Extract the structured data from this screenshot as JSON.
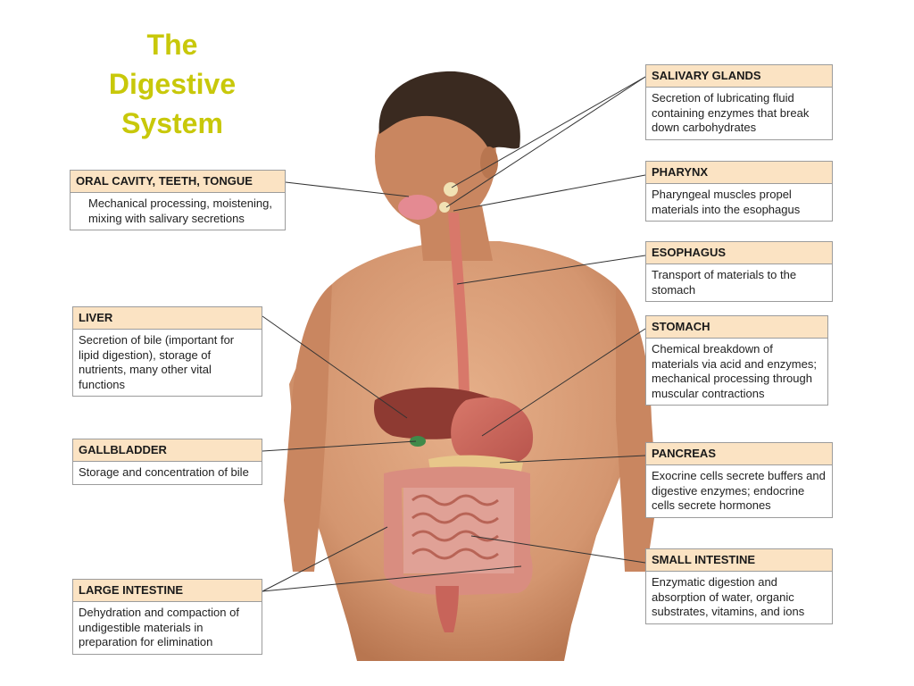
{
  "title": {
    "line1": "The",
    "line2": "Digestive",
    "line3": "System"
  },
  "labels": {
    "salivary": {
      "heading": "SALIVARY GLANDS",
      "text": "Secretion of lubricating fluid containing enzymes that break down carbohydrates"
    },
    "pharynx": {
      "heading": "PHARYNX",
      "text": "Pharyngeal muscles propel materials into the esophagus"
    },
    "esophagus": {
      "heading": "ESOPHAGUS",
      "text": "Transport of materials to the stomach"
    },
    "stomach": {
      "heading": "STOMACH",
      "text": "Chemical breakdown of materials via acid and enzymes; mechanical processing through muscular contractions"
    },
    "pancreas": {
      "heading": "PANCREAS",
      "text": "Exocrine cells secrete buffers and digestive enzymes; endocrine cells secrete hormones"
    },
    "small_intestine": {
      "heading": "SMALL INTESTINE",
      "text": "Enzymatic digestion and absorption of water, organic substrates, vitamins, and ions"
    },
    "oral": {
      "heading": "ORAL CAVITY, TEETH, TONGUE",
      "text": "Mechanical processing, moistening, mixing with salivary secretions"
    },
    "liver": {
      "heading": "LIVER",
      "text": "Secretion of bile (important for lipid digestion), storage of nutrients, many other vital functions"
    },
    "gallbladder": {
      "heading": "GALLBLADDER",
      "text": "Storage and concentration of bile"
    },
    "large_intestine": {
      "heading": "LARGE INTESTINE",
      "text": "Dehydration and compaction of undigestible materials in preparation for elimination"
    }
  },
  "colors": {
    "title": "#c8c80a",
    "label_header_bg": "#fbe3c3",
    "skin": "#d89a72",
    "organ": "#c8645a"
  }
}
